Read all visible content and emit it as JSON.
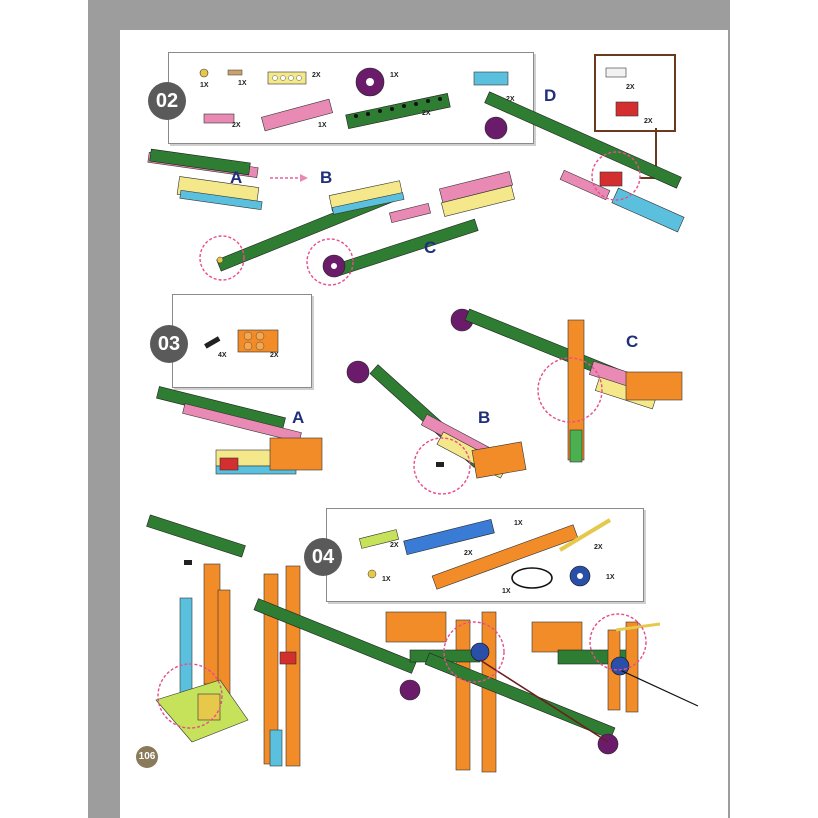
{
  "page": {
    "number": "106"
  },
  "step02": {
    "badge": "02",
    "parts": [
      {
        "qty": "1X",
        "part": "yellow-connector"
      },
      {
        "qty": "1X",
        "part": "tan-axle-pin"
      },
      {
        "qty": "2X",
        "part": "yellow-beam-4"
      },
      {
        "qty": "1X",
        "part": "purple-wheel"
      },
      {
        "qty": "2X",
        "part": "blue-plate"
      },
      {
        "qty": "2X",
        "part": "pink-plate-small"
      },
      {
        "qty": "1X",
        "part": "pink-plate-long"
      },
      {
        "qty": "2X",
        "part": "green-beam-long"
      }
    ],
    "callout_parts": [
      {
        "qty": "2X",
        "part": "white-plate"
      },
      {
        "qty": "2X",
        "part": "red-brick"
      }
    ],
    "labels": {
      "a": "A",
      "b": "B",
      "c": "C",
      "d": "D"
    }
  },
  "step03": {
    "badge": "03",
    "parts": [
      {
        "qty": "4X",
        "part": "black-pin"
      },
      {
        "qty": "2X",
        "part": "orange-brick"
      }
    ],
    "labels": {
      "a": "A",
      "b": "B",
      "c": "C"
    }
  },
  "step04": {
    "badge": "04",
    "parts": [
      {
        "qty": "2X",
        "part": "lime-plate"
      },
      {
        "qty": "2X",
        "part": "blue-beam"
      },
      {
        "qty": "1X",
        "part": "orange-beam-long"
      },
      {
        "qty": "2X",
        "part": "yellow-axle"
      },
      {
        "qty": "1X",
        "part": "yellow-connector"
      },
      {
        "qty": "1X",
        "part": "black-string"
      },
      {
        "qty": "1X",
        "part": "blue-pulley"
      }
    ]
  },
  "colors": {
    "green": "#2e7d32",
    "pink": "#e88ab4",
    "yellow": "#f5e88a",
    "blue": "#5bc0de",
    "orange": "#f28c28",
    "purple": "#6a1b6a",
    "red": "#d32f2f",
    "highlight": "#e84c8b"
  }
}
